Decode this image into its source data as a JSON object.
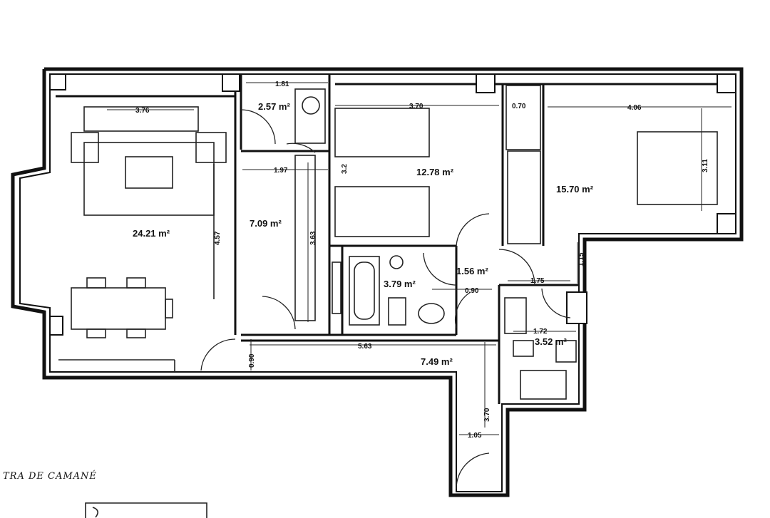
{
  "areas": {
    "living": "24.21 m²",
    "hall": "7.09 m²",
    "storage": "2.57 m²",
    "bedroom1": "12.78 m²",
    "bedroom2": "15.70 m²",
    "corridor_small": "1.56 m²",
    "bath": "3.79 m²",
    "bath2": "3.52 m²",
    "corridor": "7.49 m²"
  },
  "dimensions": {
    "d_181": "1.81",
    "d_376": "3.76",
    "d_370": "3.70",
    "d_070": "0.70",
    "d_406": "4.06",
    "d_197": "1.97",
    "d_32": "3.2",
    "d_311": "3.11",
    "d_457": "4.57",
    "d_363": "3.63",
    "d_115": "1.15",
    "d_175": "1.75",
    "d_090a": "0.90",
    "d_172": "1.72",
    "d_563": "5.63",
    "d_090b": "0.90",
    "d_370b": "3.70",
    "d_105": "1.05"
  },
  "note": "TRA DE CAMANÉ"
}
